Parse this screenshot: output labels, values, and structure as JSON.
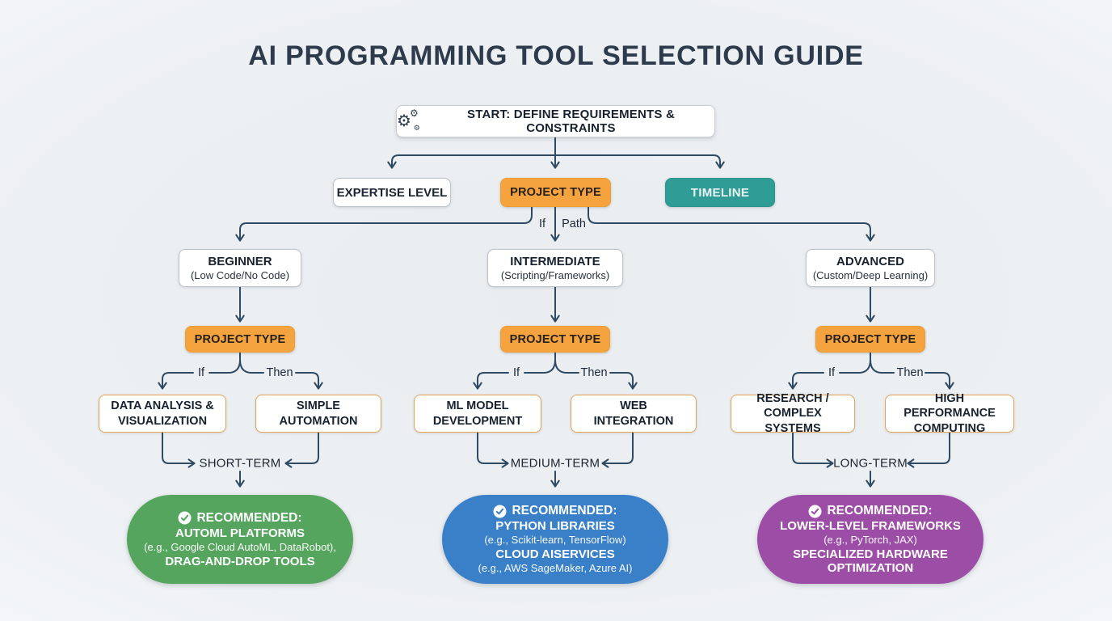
{
  "title": "AI PROGRAMMING TOOL SELECTION GUIDE",
  "colors": {
    "background": "#edf0f3",
    "line": "#2f4a63",
    "orange": "#f4a33e",
    "teal": "#2f9c95",
    "green": "#55a55e",
    "blue": "#3a80c8",
    "purple": "#9c4ea7"
  },
  "start": {
    "icon": "gears-icon",
    "label": "START: DEFINE REQUIREMENTS & CONSTRAINTS"
  },
  "criteria": [
    {
      "label": "EXPERTISE LEVEL"
    },
    {
      "label": "PROJECT TYPE"
    },
    {
      "label": "TIMELINE"
    }
  ],
  "top_edges": {
    "if": "If",
    "path": "Path"
  },
  "columns": [
    {
      "expertise": {
        "title": "BEGINNER",
        "subtitle": "(Low Code/No Code)"
      },
      "project_type": "PROJECT TYPE",
      "if_label": "If",
      "then_label": "Then",
      "option_if": "DATA ANALYSIS & VISUALIZATION",
      "option_then": "SIMPLE AUTOMATION",
      "timeline": "SHORT-TERM",
      "recommendation": {
        "color": "#55a55e",
        "badge": "check-circle-icon",
        "header": "RECOMMENDED:",
        "line1": "AUTOML PLATFORMS",
        "line2": "(e.g., Google Cloud AutoML, DataRobot),",
        "line3": "DRAG-AND-DROP TOOLS"
      }
    },
    {
      "expertise": {
        "title": "INTERMEDIATE",
        "subtitle": "(Scripting/Frameworks)"
      },
      "project_type": "PROJECT TYPE",
      "if_label": "If",
      "then_label": "Then",
      "option_if": "ML MODEL DEVELOPMENT",
      "option_then": "WEB INTEGRATION",
      "timeline": "MEDIUM-TERM",
      "recommendation": {
        "color": "#3a80c8",
        "badge": "check-circle-icon",
        "header": "RECOMMENDED:",
        "line1": "PYTHON LIBRARIES",
        "line2": "(e.g., Scikit-learn, TensorFlow)",
        "line3": "CLOUD AISERVICES",
        "line4": "(e.g., AWS SageMaker, Azure AI)"
      }
    },
    {
      "expertise": {
        "title": "ADVANCED",
        "subtitle": "(Custom/Deep Learning)"
      },
      "project_type": "PROJECT TYPE",
      "if_label": "If",
      "then_label": "Then",
      "option_if": "RESEARCH / COMPLEX SYSTEMS",
      "option_then": "HIGH PERFORMANCE COMPUTING",
      "timeline": "LONG-TERM",
      "recommendation": {
        "color": "#9c4ea7",
        "badge": "check-circle-icon",
        "header": "RECOMMENDED:",
        "line1": "LOWER-LEVEL FRAMEWORKS",
        "line2": "(e.g., PyTorch, JAX)",
        "line3": "SPECIALIZED HARDWARE OPTIMIZATION"
      }
    }
  ]
}
